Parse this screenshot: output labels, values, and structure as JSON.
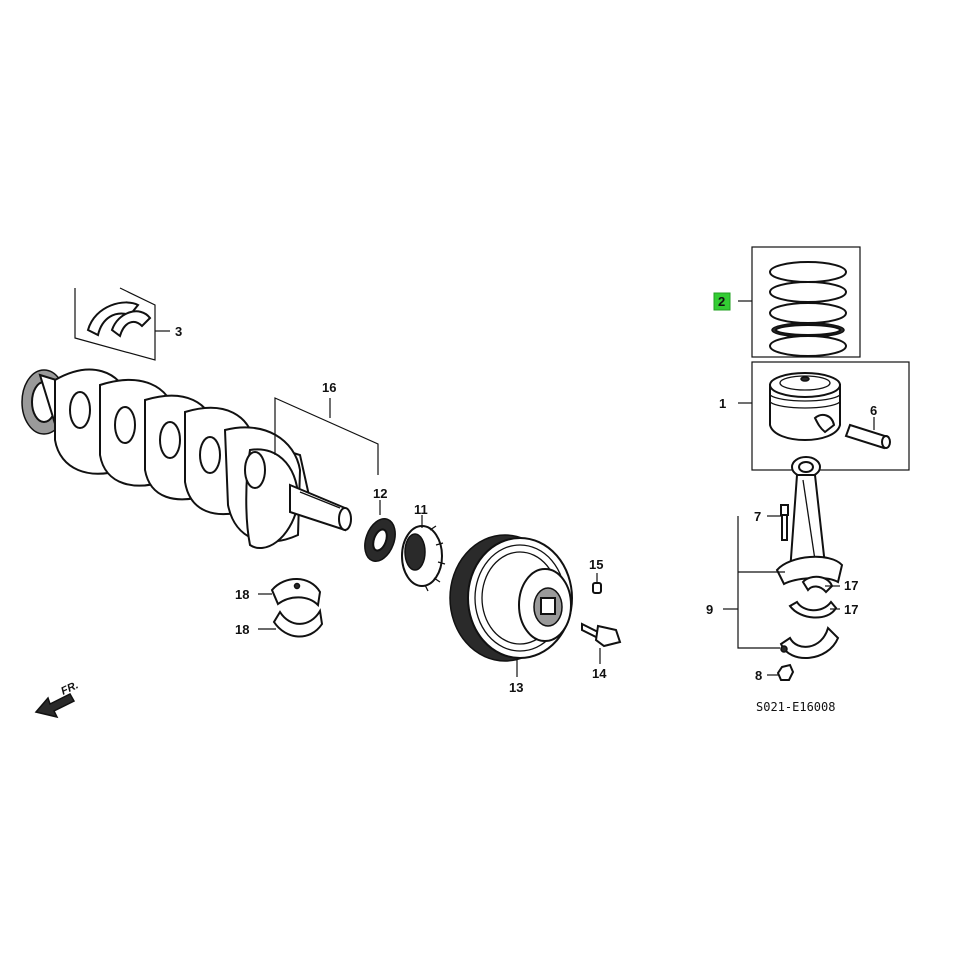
{
  "diagram": {
    "highlight_color": "#33cc33",
    "front_marker": "FR.",
    "code": "S021-E16008",
    "callouts": [
      {
        "id": "c1",
        "label": "1",
        "highlighted": false
      },
      {
        "id": "c2",
        "label": "2",
        "highlighted": true
      },
      {
        "id": "c3",
        "label": "3",
        "highlighted": false
      },
      {
        "id": "c6",
        "label": "6",
        "highlighted": false
      },
      {
        "id": "c7",
        "label": "7",
        "highlighted": false
      },
      {
        "id": "c8",
        "label": "8",
        "highlighted": false
      },
      {
        "id": "c9",
        "label": "9",
        "highlighted": false
      },
      {
        "id": "c11",
        "label": "11",
        "highlighted": false
      },
      {
        "id": "c12",
        "label": "12",
        "highlighted": false
      },
      {
        "id": "c13",
        "label": "13",
        "highlighted": false
      },
      {
        "id": "c14",
        "label": "14",
        "highlighted": false
      },
      {
        "id": "c15",
        "label": "15",
        "highlighted": false
      },
      {
        "id": "c16",
        "label": "16",
        "highlighted": false
      },
      {
        "id": "c17a",
        "label": "17",
        "highlighted": false
      },
      {
        "id": "c17b",
        "label": "17",
        "highlighted": false
      },
      {
        "id": "c18a",
        "label": "18",
        "highlighted": false
      },
      {
        "id": "c18b",
        "label": "18",
        "highlighted": false
      }
    ]
  }
}
